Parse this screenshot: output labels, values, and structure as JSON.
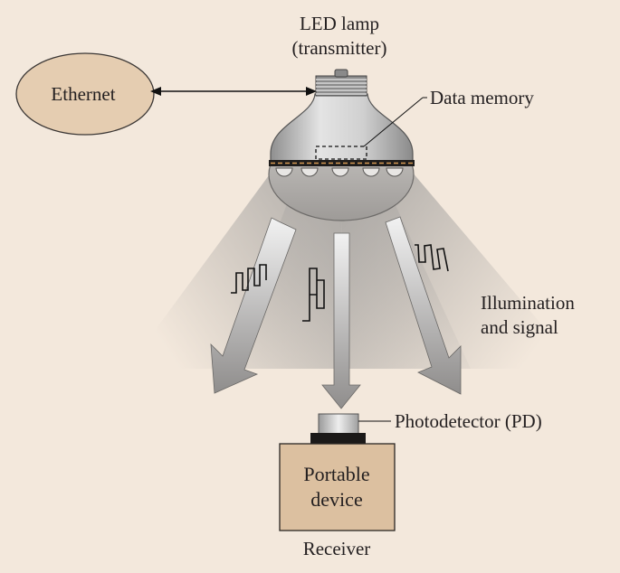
{
  "labels": {
    "lamp_line1": "LED lamp",
    "lamp_line2": "(transmitter)",
    "ethernet": "Ethernet",
    "data_memory": "Data memory",
    "illum_line1": "Illumination",
    "illum_line2": "and signal",
    "photodetector": "Photodetector (PD)",
    "device_line1": "Portable",
    "device_line2": "device",
    "receiver": "Receiver"
  },
  "colors": {
    "background": "#f3e8dc",
    "ethernet_fill": "#e5cdb1",
    "device_fill": "#dcc0a0",
    "lamp_metal": "#b9b9b9",
    "beam": "#b3b0ad",
    "stroke": "#231f20"
  }
}
